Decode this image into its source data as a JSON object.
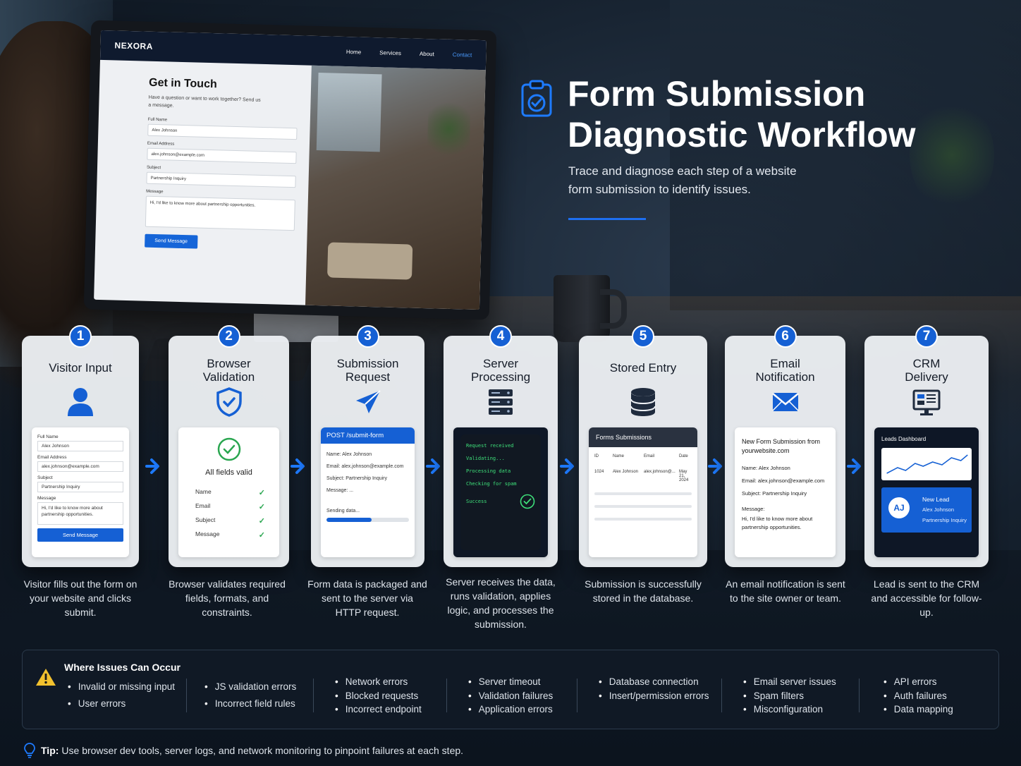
{
  "header": {
    "title": "Form Submission Diagnostic Workflow",
    "subtitle": "Trace and diagnose each step of a website form submission to identify issues."
  },
  "website": {
    "logo": "NEXORA",
    "nav": [
      "Home",
      "Services",
      "About",
      "Contact"
    ],
    "active_nav": "Contact",
    "form_title": "Get in Touch",
    "form_subtitle": "Have a question or want to work together? Send us a message.",
    "labels": {
      "name": "Full Name",
      "email": "Email Address",
      "subject": "Subject",
      "message": "Message"
    },
    "values": {
      "name": "Alex Johnson",
      "email": "alex.johnson@example.com",
      "subject": "Partnership Inquiry",
      "message": "Hi, I'd like to know more about partnership opportunities."
    },
    "submit": "Send Message"
  },
  "steps": [
    {
      "num": "1",
      "title": "Visitor Input",
      "icon": "user-icon",
      "desc": "Visitor fills out the form on your website and clicks submit.",
      "form": {
        "labels": [
          "Full Name",
          "Email Address",
          "Subject",
          "Message"
        ],
        "values": [
          "Alex Johnson",
          "alex.johnson@example.com",
          "Partnership Inquiry",
          "Hi, I'd like to know more about partnership opportunities."
        ],
        "button": "Send Message"
      }
    },
    {
      "num": "2",
      "title": "Browser Validation",
      "icon": "shield-check-icon",
      "desc": "Browser validates required fields, formats, and constraints.",
      "status": "All fields valid",
      "fields": [
        "Name",
        "Email",
        "Subject",
        "Message"
      ]
    },
    {
      "num": "3",
      "title": "Submission Request",
      "icon": "paper-plane-icon",
      "desc": "Form data is packaged and sent to the server via HTTP request.",
      "request": "POST /submit-form",
      "lines": [
        "Name: Alex Johnson",
        "Email: alex.johnson@example.com",
        "Subject: Partnership Inquiry",
        "Message: ..."
      ],
      "sending": "Sending data...",
      "progress": 0.55
    },
    {
      "num": "4",
      "title": "Server Processing",
      "icon": "server-icon",
      "desc": "Server receives the data, runs validation, applies logic, and processes the submission.",
      "log": [
        "Request received",
        "Validating...",
        "Processing data",
        "Checking for spam",
        "Success"
      ]
    },
    {
      "num": "5",
      "title": "Stored Entry",
      "icon": "database-icon",
      "desc": "Submission is successfully stored in the database.",
      "table_title": "Forms Submissions",
      "columns": [
        "ID",
        "Name",
        "Email",
        "Date"
      ],
      "row": [
        "1024",
        "Alex Johnson",
        "alex.johnson@...",
        "May 21, 2024"
      ]
    },
    {
      "num": "6",
      "title": "Email Notification",
      "icon": "envelope-icon",
      "desc": "An email notification is sent to the site owner or team.",
      "subject": "New Form Submission from yourwebsite.com",
      "name_line": "Name: Alex Johnson",
      "email_line": "Email: alex.johnson@example.com",
      "subject_line": "Subject: Partnership Inquiry",
      "message_label": "Message:",
      "message": "Hi, I'd like to know more about partnership opportunities."
    },
    {
      "num": "7",
      "title": "CRM Delivery",
      "icon": "crm-monitor-icon",
      "desc": "Lead is sent to the CRM and accessible for follow-up.",
      "dashboard": "Leads Dashboard",
      "avatar": "AJ",
      "lead_title": "New Lead",
      "lead_name": "Alex Johnson",
      "lead_subject": "Partnership Inquiry"
    }
  ],
  "issues": {
    "title": "Where Issues Can Occur",
    "columns": [
      [
        "Invalid or missing input",
        "User errors"
      ],
      [
        "JS validation errors",
        "Incorrect field rules"
      ],
      [
        "Network errors",
        "Blocked requests",
        "Incorrect endpoint"
      ],
      [
        "Server timeout",
        "Validation failures",
        "Application errors"
      ],
      [
        "Database connection",
        "Insert/permission errors"
      ],
      [
        "Email server issues",
        "Spam filters",
        "Misconfiguration"
      ],
      [
        "API errors",
        "Auth failures",
        "Data mapping"
      ]
    ]
  },
  "tip": {
    "label": "Tip:",
    "text": "Use browser dev tools, server logs, and network monitoring to pinpoint failures at each step."
  },
  "colors": {
    "accent": "#1560d4",
    "success": "#2aa650",
    "terminal_text": "#3ee07a",
    "warning": "#f2c12e"
  }
}
